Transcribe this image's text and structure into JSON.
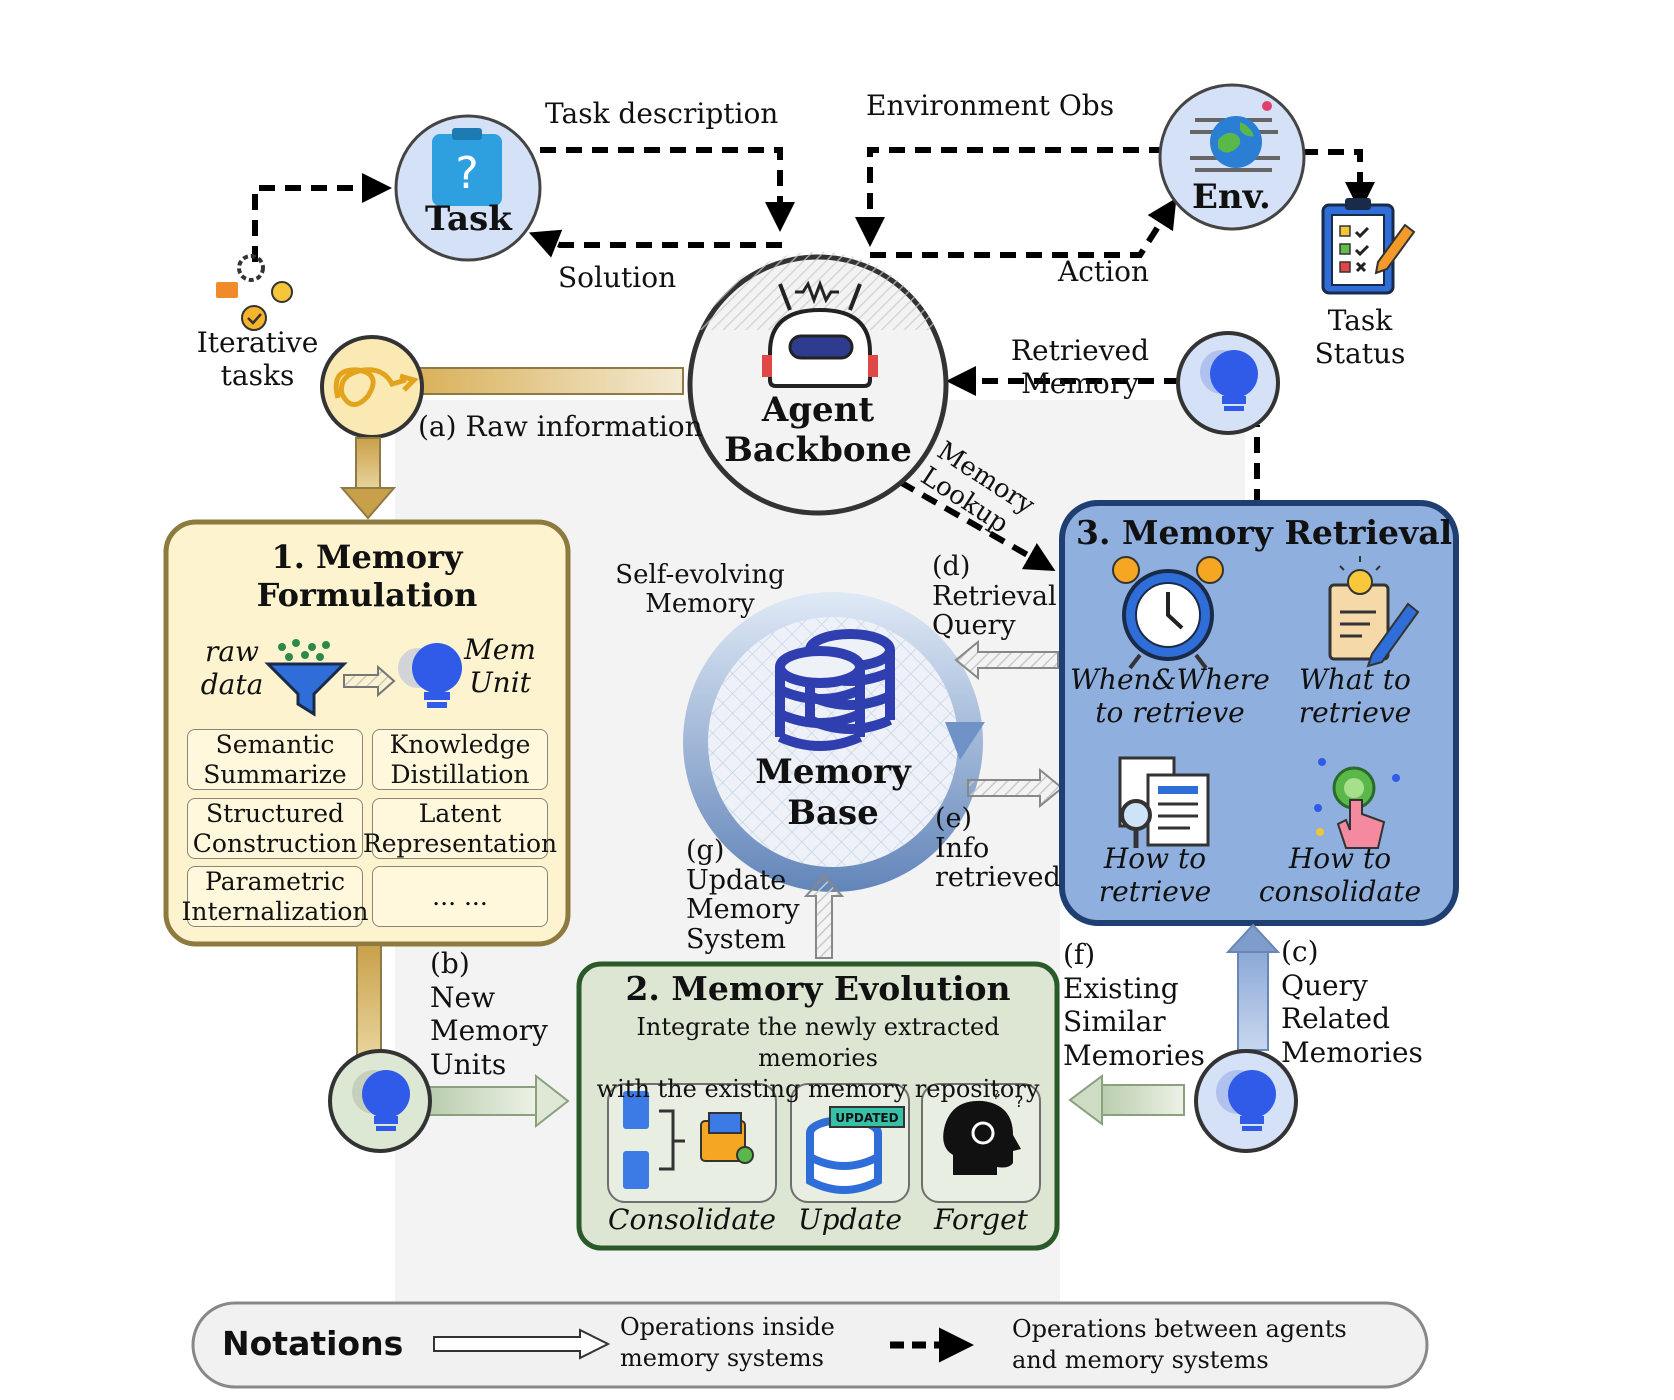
{
  "top": {
    "task_label": "Task",
    "env_label": "Env.",
    "task_description": "Task description",
    "solution": "Solution",
    "environment_obs": "Environment Obs",
    "action": "Action",
    "task_status": "Task\nStatus",
    "iterative_tasks": "Iterative\ntasks",
    "agent_backbone": "Agent\nBackbone",
    "retrieved_memory": "Retrieved\nMemory",
    "memory_lookup": "Memory\nLookup",
    "raw_information": "(a) Raw information"
  },
  "formulation": {
    "title": "1. Memory\nFormulation",
    "raw_data": "raw\ndata",
    "mem_unit": "Mem\nUnit",
    "cells": [
      "Semantic\nSummarize",
      "Knowledge\nDistillation",
      "Structured\nConstruction",
      "Latent\nRepresentation",
      "Parametric\nInternalization",
      "... ..."
    ]
  },
  "memory_base": {
    "label": "Memory\nBase",
    "self_evolving": "Self-evolving\nMemory"
  },
  "arrows": {
    "d": "(d)\nRetrieval\nQuery",
    "e": "(e)\nInfo\nretrieved",
    "g": "(g)\nUpdate\nMemory\nSystem",
    "b": "(b)\nNew\nMemory\nUnits",
    "f": "(f)\nExisting\nSimilar\nMemories",
    "c": "(c)\nQuery\nRelated\nMemories"
  },
  "retrieval": {
    "title": "3. Memory Retrieval",
    "items": [
      "When&Where\nto retrieve",
      "What to\nretrieve",
      "How to\nretrieve",
      "How to\nconsolidate"
    ]
  },
  "evolution": {
    "title": "2. Memory Evolution",
    "desc": "Integrate the newly extracted memories\nwith the existing memory repository",
    "ops": [
      "Consolidate",
      "Update",
      "Forget"
    ],
    "updated_stamp": "UPDATED"
  },
  "notations": {
    "title": "Notations",
    "inside": "Operations inside\nmemory systems",
    "between": "Operations between agents\nand memory systems"
  },
  "colors": {
    "formulation_fill": "#fdf3cf",
    "formulation_border": "#8d7a3f",
    "retrieval_fill": "#8fb0de",
    "retrieval_border": "#1f3f72",
    "evolution_fill": "#dde5d3",
    "evolution_border": "#2a5a2a",
    "bulb": "#2f5be8",
    "gold_arrow": "#d4ab55"
  }
}
